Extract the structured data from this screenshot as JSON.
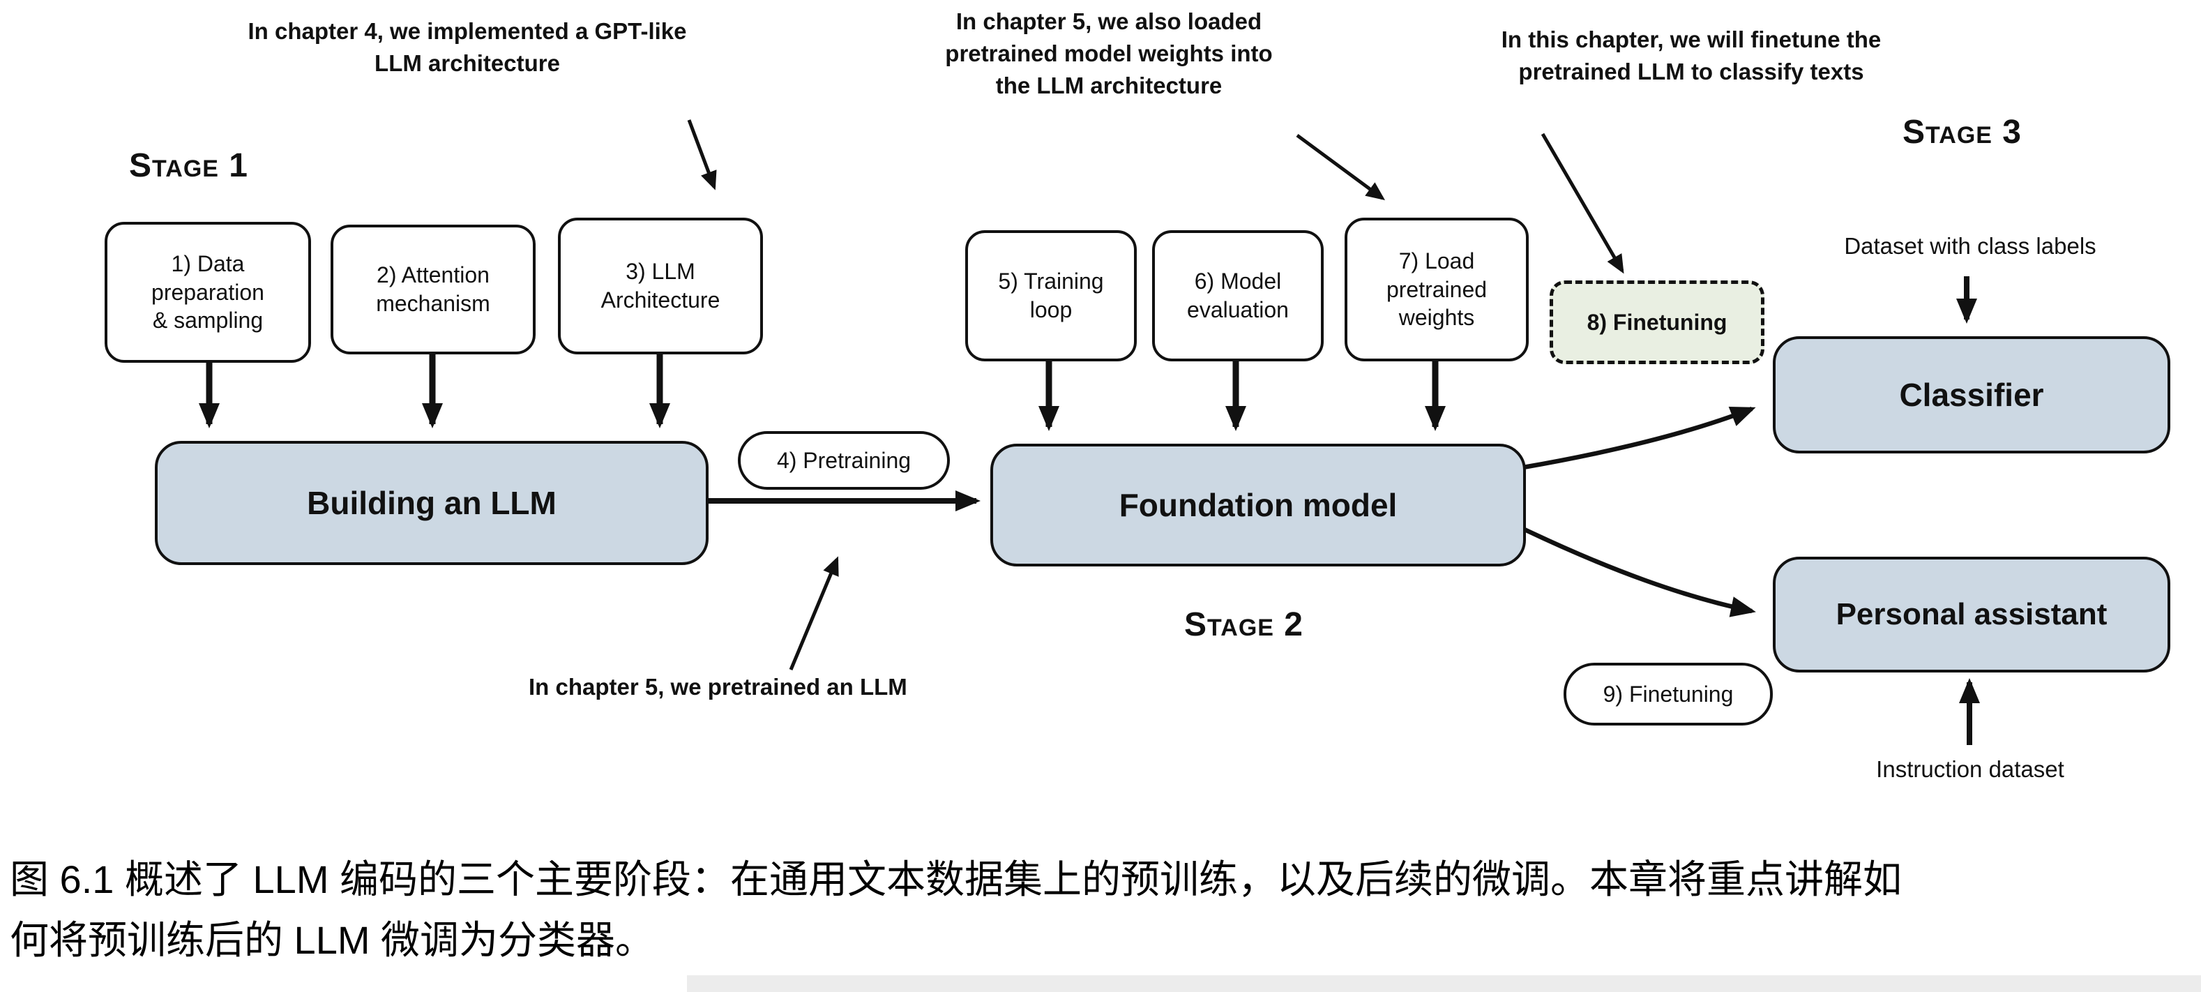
{
  "colors": {
    "model_box_fill": "#ccd8e3",
    "finetune_box_fill": "#e9efe2",
    "ink": "#111111",
    "cropped_band": "#ececec"
  },
  "annotations": {
    "ch4": {
      "lines": [
        "In chapter 4, we implemented a GPT-like",
        "LLM architecture"
      ]
    },
    "ch5_loaded": {
      "lines": [
        "In chapter 5, we also loaded",
        "pretrained model weights into",
        "the LLM architecture"
      ]
    },
    "this_chapter": {
      "lines": [
        "In this chapter, we will finetune the",
        "pretrained LLM to classify texts"
      ]
    },
    "ch5_pretrained": {
      "text": "In chapter 5, we pretrained an LLM"
    }
  },
  "stage_labels": {
    "stage1": "Stage 1",
    "stage2": "Stage 2",
    "stage3": "Stage 3"
  },
  "step_boxes": {
    "data_prep": "1) Data\npreparation\n& sampling",
    "attention": "2) Attention\nmechanism",
    "llm_arch": "3) LLM\nArchitecture",
    "pretraining": "4) Pretraining",
    "training_loop": "5) Training\nloop",
    "model_eval": "6) Model\nevaluation",
    "load_weights": "7) Load\npretrained\nweights",
    "finetuning8": "8) Finetuning",
    "finetuning9": "9) Finetuning"
  },
  "main_boxes": {
    "building": "Building an LLM",
    "foundation": "Foundation model",
    "classifier": "Classifier",
    "assistant": "Personal assistant"
  },
  "io_labels": {
    "dataset_class": "Dataset with class labels",
    "instruction": "Instruction dataset"
  },
  "caption": {
    "line1": "图 6.1 概述了 LLM 编码的三个主要阶段：在通用文本数据集上的预训练，以及后续的微调。本章将重点讲解如",
    "line2": "何将预训练后的 LLM 微调为分类器。"
  }
}
